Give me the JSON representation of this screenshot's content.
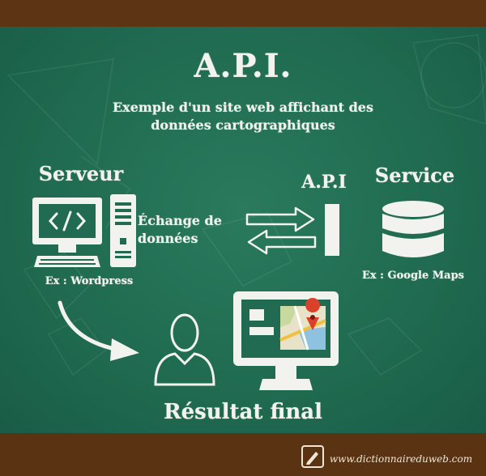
{
  "colors": {
    "board": "#216b52",
    "frame": "#5a3312",
    "chalk": "#f2f2ee",
    "map_pin": "#d9412b"
  },
  "title": "A.P.I.",
  "subtitle": "Exemple d'un site web affichant des données cartographiques",
  "server": {
    "heading": "Serveur",
    "caption": "Ex : Wordpress",
    "icon": "computer-code-icon"
  },
  "exchange": {
    "label": "Échange de données",
    "icon": "exchange-arrows-icon"
  },
  "api": {
    "heading": "A.P.I",
    "icon": "api-bar-icon"
  },
  "service": {
    "heading": "Service",
    "caption": "Ex : Google Maps",
    "icon": "database-icon"
  },
  "result": {
    "label": "Résultat final",
    "icons": [
      "user-icon",
      "monitor-map-icon"
    ]
  },
  "footer": {
    "url": "www.dictionnaireduweb.com"
  }
}
